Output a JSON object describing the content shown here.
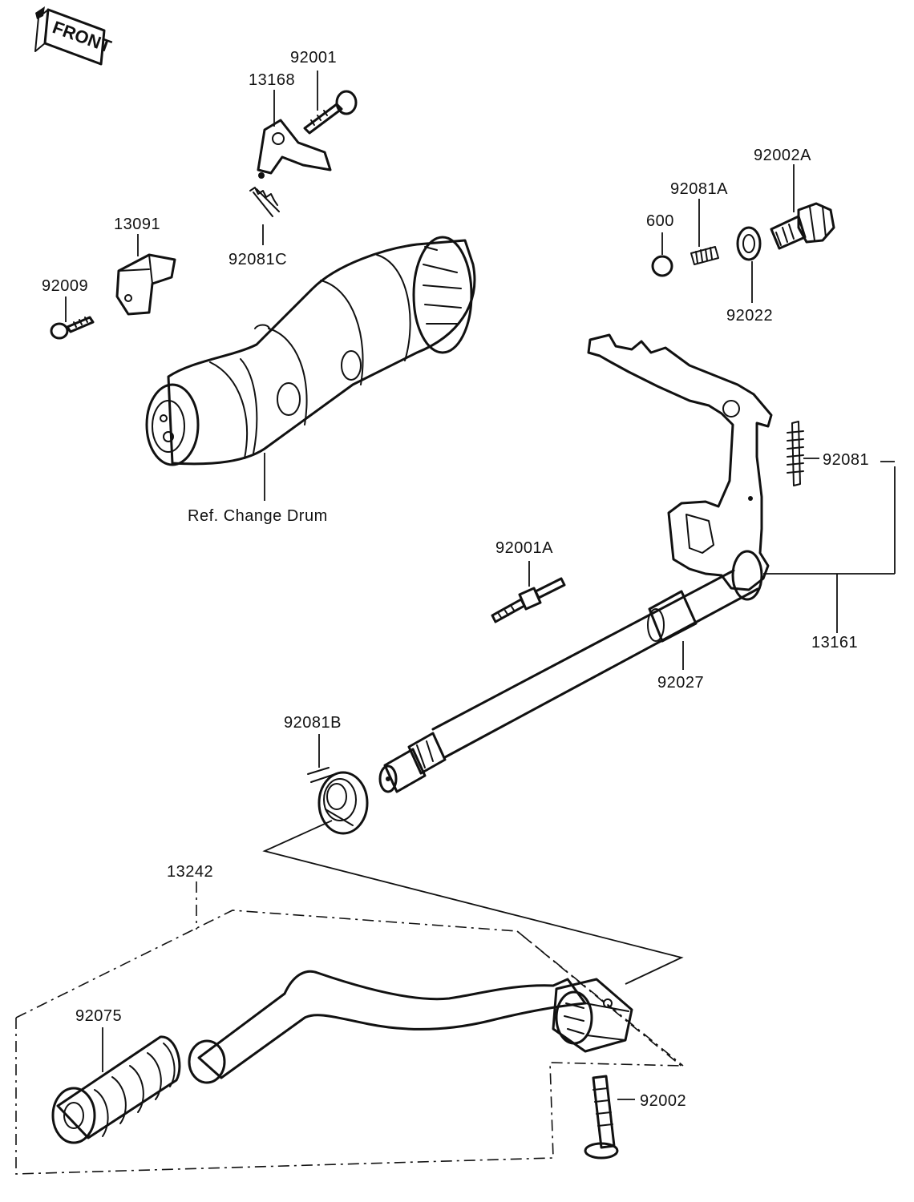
{
  "front_badge": "FRONT",
  "labels": {
    "p92001": "92001",
    "p13168": "13168",
    "p92081C": "92081C",
    "p13091": "13091",
    "p92009": "92009",
    "ref_drum": "Ref. Change Drum",
    "p92002A": "92002A",
    "p92081A": "92081A",
    "p600": "600",
    "p92022": "92022",
    "p92081": "92081",
    "p92001A": "92001A",
    "p13161": "13161",
    "p92027": "92027",
    "p92081B": "92081B",
    "p13242": "13242",
    "p92075": "92075",
    "p92002": "92002"
  }
}
